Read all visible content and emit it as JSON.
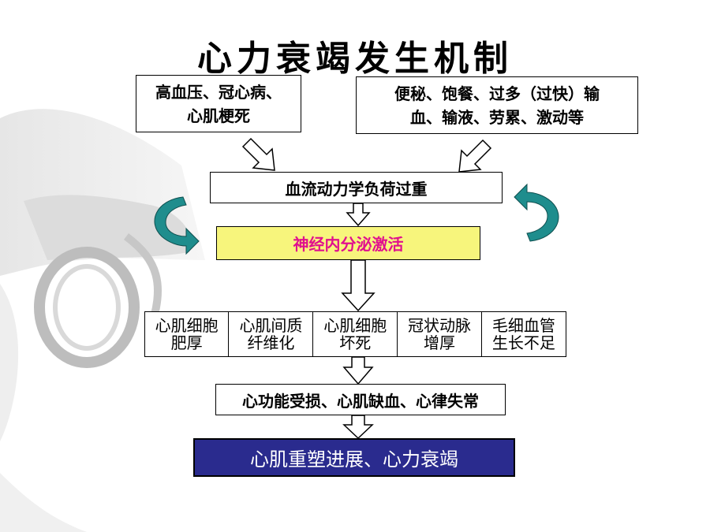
{
  "title": "心力衰竭发生机制",
  "causes": {
    "left": {
      "line1": "高血压、冠心病、",
      "line2": "心肌梗死"
    },
    "right": {
      "line1": "便秘、饱餐、过多（过快）输",
      "line2": "血、输液、劳累、激动等"
    }
  },
  "hemodynamic": "血流动力学负荷过重",
  "neuroendocrine": "神经内分泌激活",
  "effects": [
    {
      "line1": "心肌细胞",
      "line2": "肥厚"
    },
    {
      "line1": "心肌间质",
      "line2": "纤维化"
    },
    {
      "line1": "心肌细胞",
      "line2": "坏死"
    },
    {
      "line1": "冠状动脉",
      "line2": "增厚"
    },
    {
      "line1": "毛细血管",
      "line2": "生长不足"
    }
  ],
  "function_impairment": "心功能受损、心肌缺血、心律失常",
  "outcome": "心肌重塑进展、心力衰竭",
  "colors": {
    "neuro_bg": "#f7f57c",
    "neuro_text": "#e0108e",
    "final_bg": "#2a2b8e",
    "cycle_arrow": "#1f8d8d"
  }
}
